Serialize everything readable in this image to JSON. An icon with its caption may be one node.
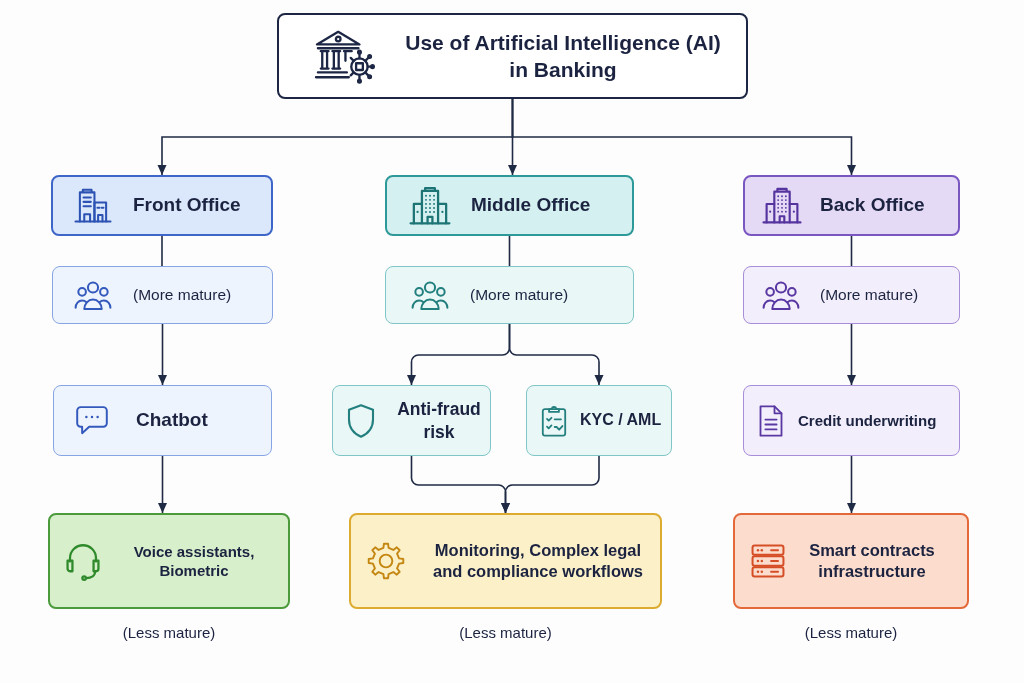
{
  "diagram": {
    "nodes": [
      {
        "text": [
          "Use of Artificial Intelligence (AI) in Banking"
        ]
      },
      {
        "text": [
          "Front Office"
        ]
      },
      {
        "text": [
          "Middle Office"
        ]
      },
      {
        "text": [
          "Back Office"
        ]
      },
      {
        "text": [
          "(More mature)"
        ]
      },
      {
        "text": [
          "(More mature)"
        ]
      },
      {
        "text": [
          "(More mature)"
        ]
      },
      {
        "text": [
          "Chatbot"
        ]
      },
      {
        "text": [
          "Anti-fraud risk"
        ]
      },
      {
        "text": [
          "KYC / AML"
        ]
      },
      {
        "text": [
          "Credit underwriting"
        ]
      },
      {
        "text": [
          "Voice assistants, Biometric"
        ],
        "beside": [
          "(Less mature)"
        ]
      },
      {
        "text": [
          "Monitoring, Complex legal and compliance workflows"
        ],
        "beside": [
          "(Less mature)"
        ]
      },
      {
        "text": [
          "Smart contracts infrastructure"
        ],
        "beside": [
          "(Less mature)"
        ]
      }
    ],
    "edges": [
      {
        "from": 0,
        "to": 1,
        "arrow": "to"
      },
      {
        "from": 0,
        "to": 2,
        "arrow": "to"
      },
      {
        "from": 0,
        "to": 3,
        "arrow": "to"
      },
      {
        "from": 1,
        "to": 4,
        "arrow": "none"
      },
      {
        "from": 2,
        "to": 5,
        "arrow": "none"
      },
      {
        "from": 3,
        "to": 6,
        "arrow": "none"
      },
      {
        "from": 4,
        "to": 7,
        "arrow": "to"
      },
      {
        "from": 5,
        "to": 8,
        "arrow": "to"
      },
      {
        "from": 5,
        "to": 9,
        "arrow": "to"
      },
      {
        "from": 6,
        "to": 10,
        "arrow": "to"
      },
      {
        "from": 7,
        "to": 11,
        "arrow": "to"
      },
      {
        "from": 8,
        "to": 12,
        "arrow": "to"
      },
      {
        "from": 9,
        "to": 12,
        "arrow": "to"
      },
      {
        "from": 10,
        "to": 13,
        "arrow": "to"
      }
    ]
  }
}
